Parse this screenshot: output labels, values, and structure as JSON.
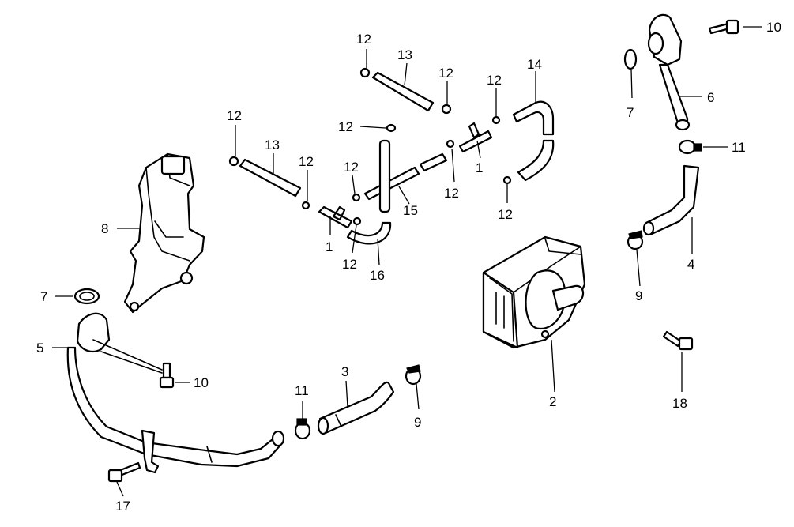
{
  "diagram": {
    "callouts": {
      "c1a": "1",
      "c1b": "1",
      "c2": "2",
      "c3": "3",
      "c4": "4",
      "c5": "5",
      "c6": "6",
      "c7a": "7",
      "c7b": "7",
      "c8": "8",
      "c9a": "9",
      "c9b": "9",
      "c10a": "10",
      "c10b": "10",
      "c11a": "11",
      "c11b": "11",
      "c12a": "12",
      "c12b": "12",
      "c12c": "12",
      "c12d": "12",
      "c12e": "12",
      "c12f": "12",
      "c12g": "12",
      "c12h": "12",
      "c12i": "12",
      "c12j": "12",
      "c13a": "13",
      "c13b": "13",
      "c14": "14",
      "c15": "15",
      "c16": "16",
      "c17": "17",
      "c18": "18"
    }
  }
}
